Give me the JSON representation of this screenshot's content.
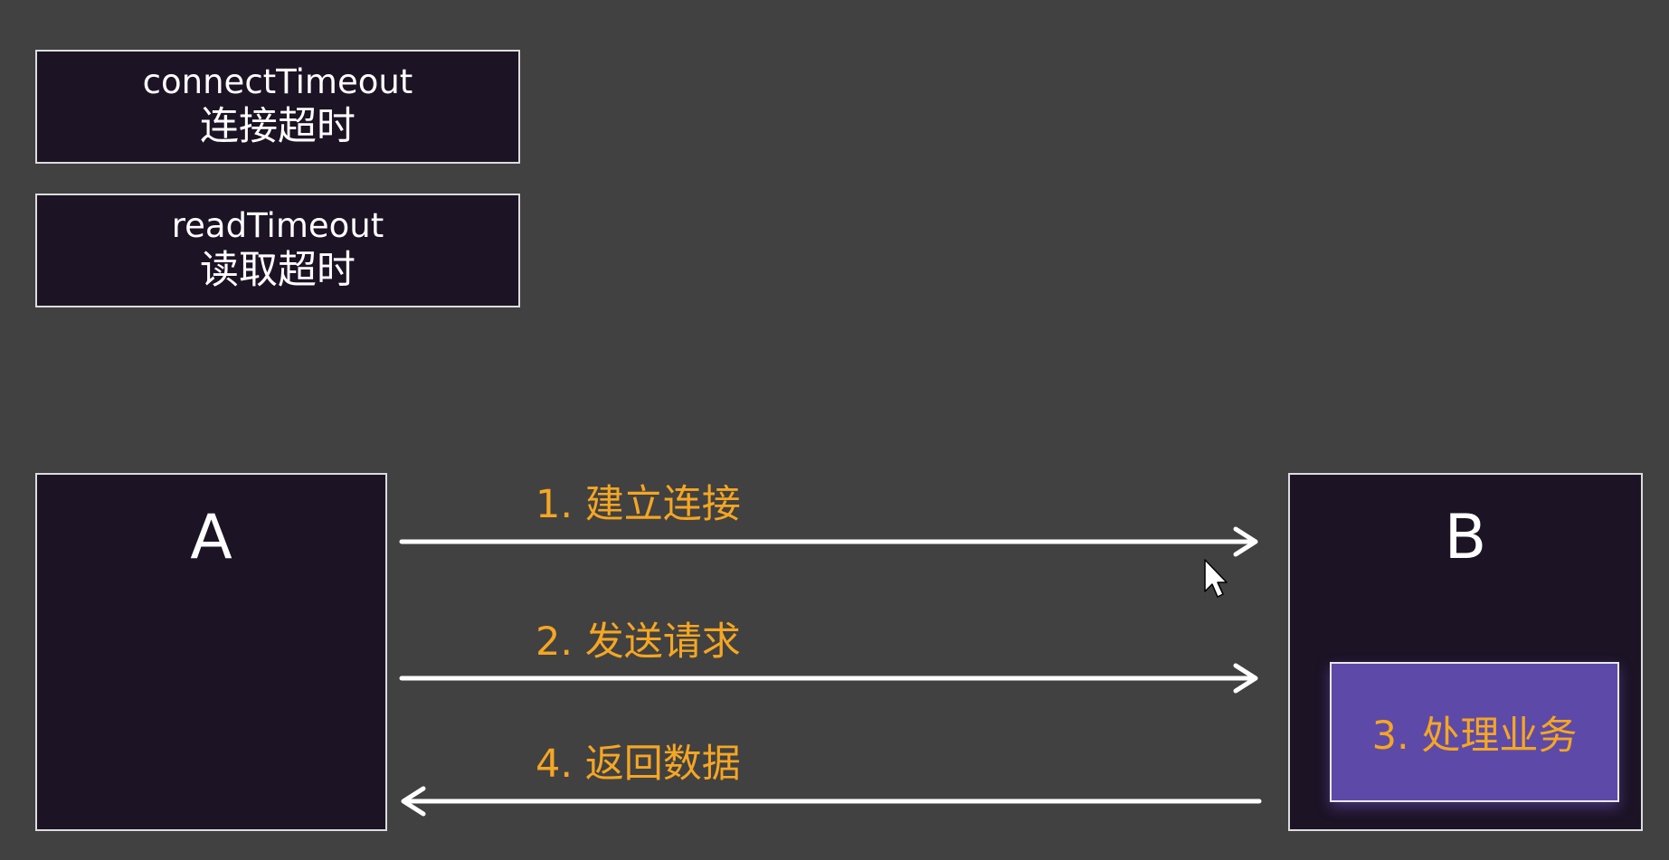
{
  "definitions": [
    {
      "en": "connectTimeout",
      "zh": "连接超时"
    },
    {
      "en": "readTimeout",
      "zh": "读取超时"
    }
  ],
  "nodes": {
    "a": {
      "label": "A"
    },
    "b": {
      "label": "B",
      "process": "3. 处理业务"
    }
  },
  "steps": {
    "step1": "1. 建立连接",
    "step2": "2. 发送请求",
    "step4": "4. 返回数据"
  },
  "colors": {
    "background": "#414141",
    "box_fill": "#1c1325",
    "process_fill": "#5d4aa8",
    "accent_text": "#f5a623",
    "line": "#ffffff"
  }
}
